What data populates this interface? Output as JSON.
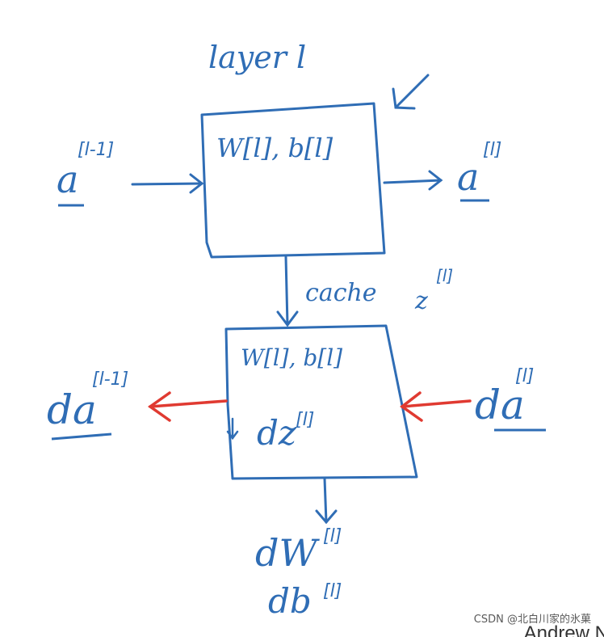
{
  "diagram": {
    "colors": {
      "ink": "#2f6db5",
      "red": "#e03a31"
    },
    "layer_title": "layer l",
    "forward_box": {
      "params": "W[l], b[l]"
    },
    "input": {
      "var": "a",
      "sup": "[l-1]"
    },
    "output": {
      "var": "a",
      "sup": "[l]"
    },
    "cache": {
      "label": "cache",
      "var": "z",
      "sup": "[l]"
    },
    "backward_box": {
      "params": "W[l], b[l]",
      "inner": "dz",
      "inner_sup": "[l]"
    },
    "grad_in": {
      "var": "da",
      "sup": "[l]"
    },
    "grad_out": {
      "var": "da",
      "sup": "[l-1]"
    },
    "grad_w": {
      "var": "dW",
      "sup": "[l]"
    },
    "grad_b": {
      "var": "db",
      "sup": "[l]"
    }
  },
  "footer": {
    "watermark": "CSDN @北白川家的氷菓",
    "corner_text": "Andrew N"
  }
}
